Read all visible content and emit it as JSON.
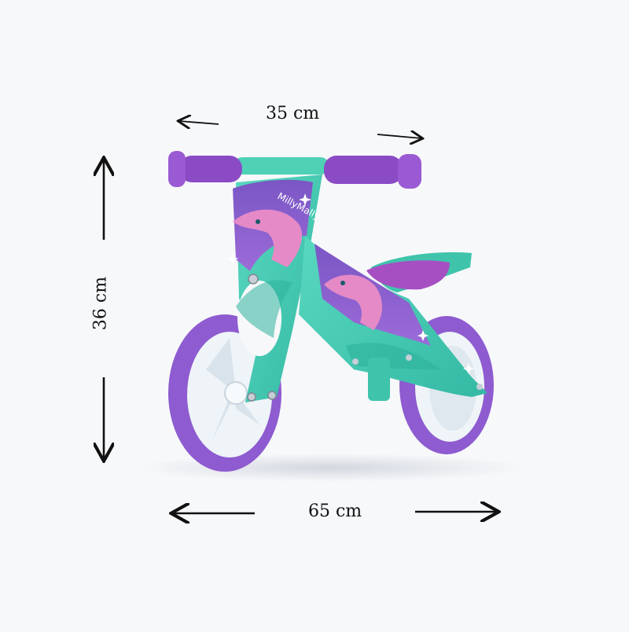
{
  "dimensions": {
    "width_top": "35 cm",
    "height_side": "36 cm",
    "length_bottom": "65 cm"
  },
  "brand": {
    "logo_text": "MillyMally"
  },
  "colors": {
    "background": "#f7f8fa",
    "frame_mint": "#4fd1b6",
    "frame_purple": "#8a5cc9",
    "tire_purple": "#8e5bd0",
    "rim_white": "#eef4f8",
    "dolphin_pink": "#e58ac6",
    "seat_purple": "#a64fc3",
    "arrow": "#111111"
  }
}
